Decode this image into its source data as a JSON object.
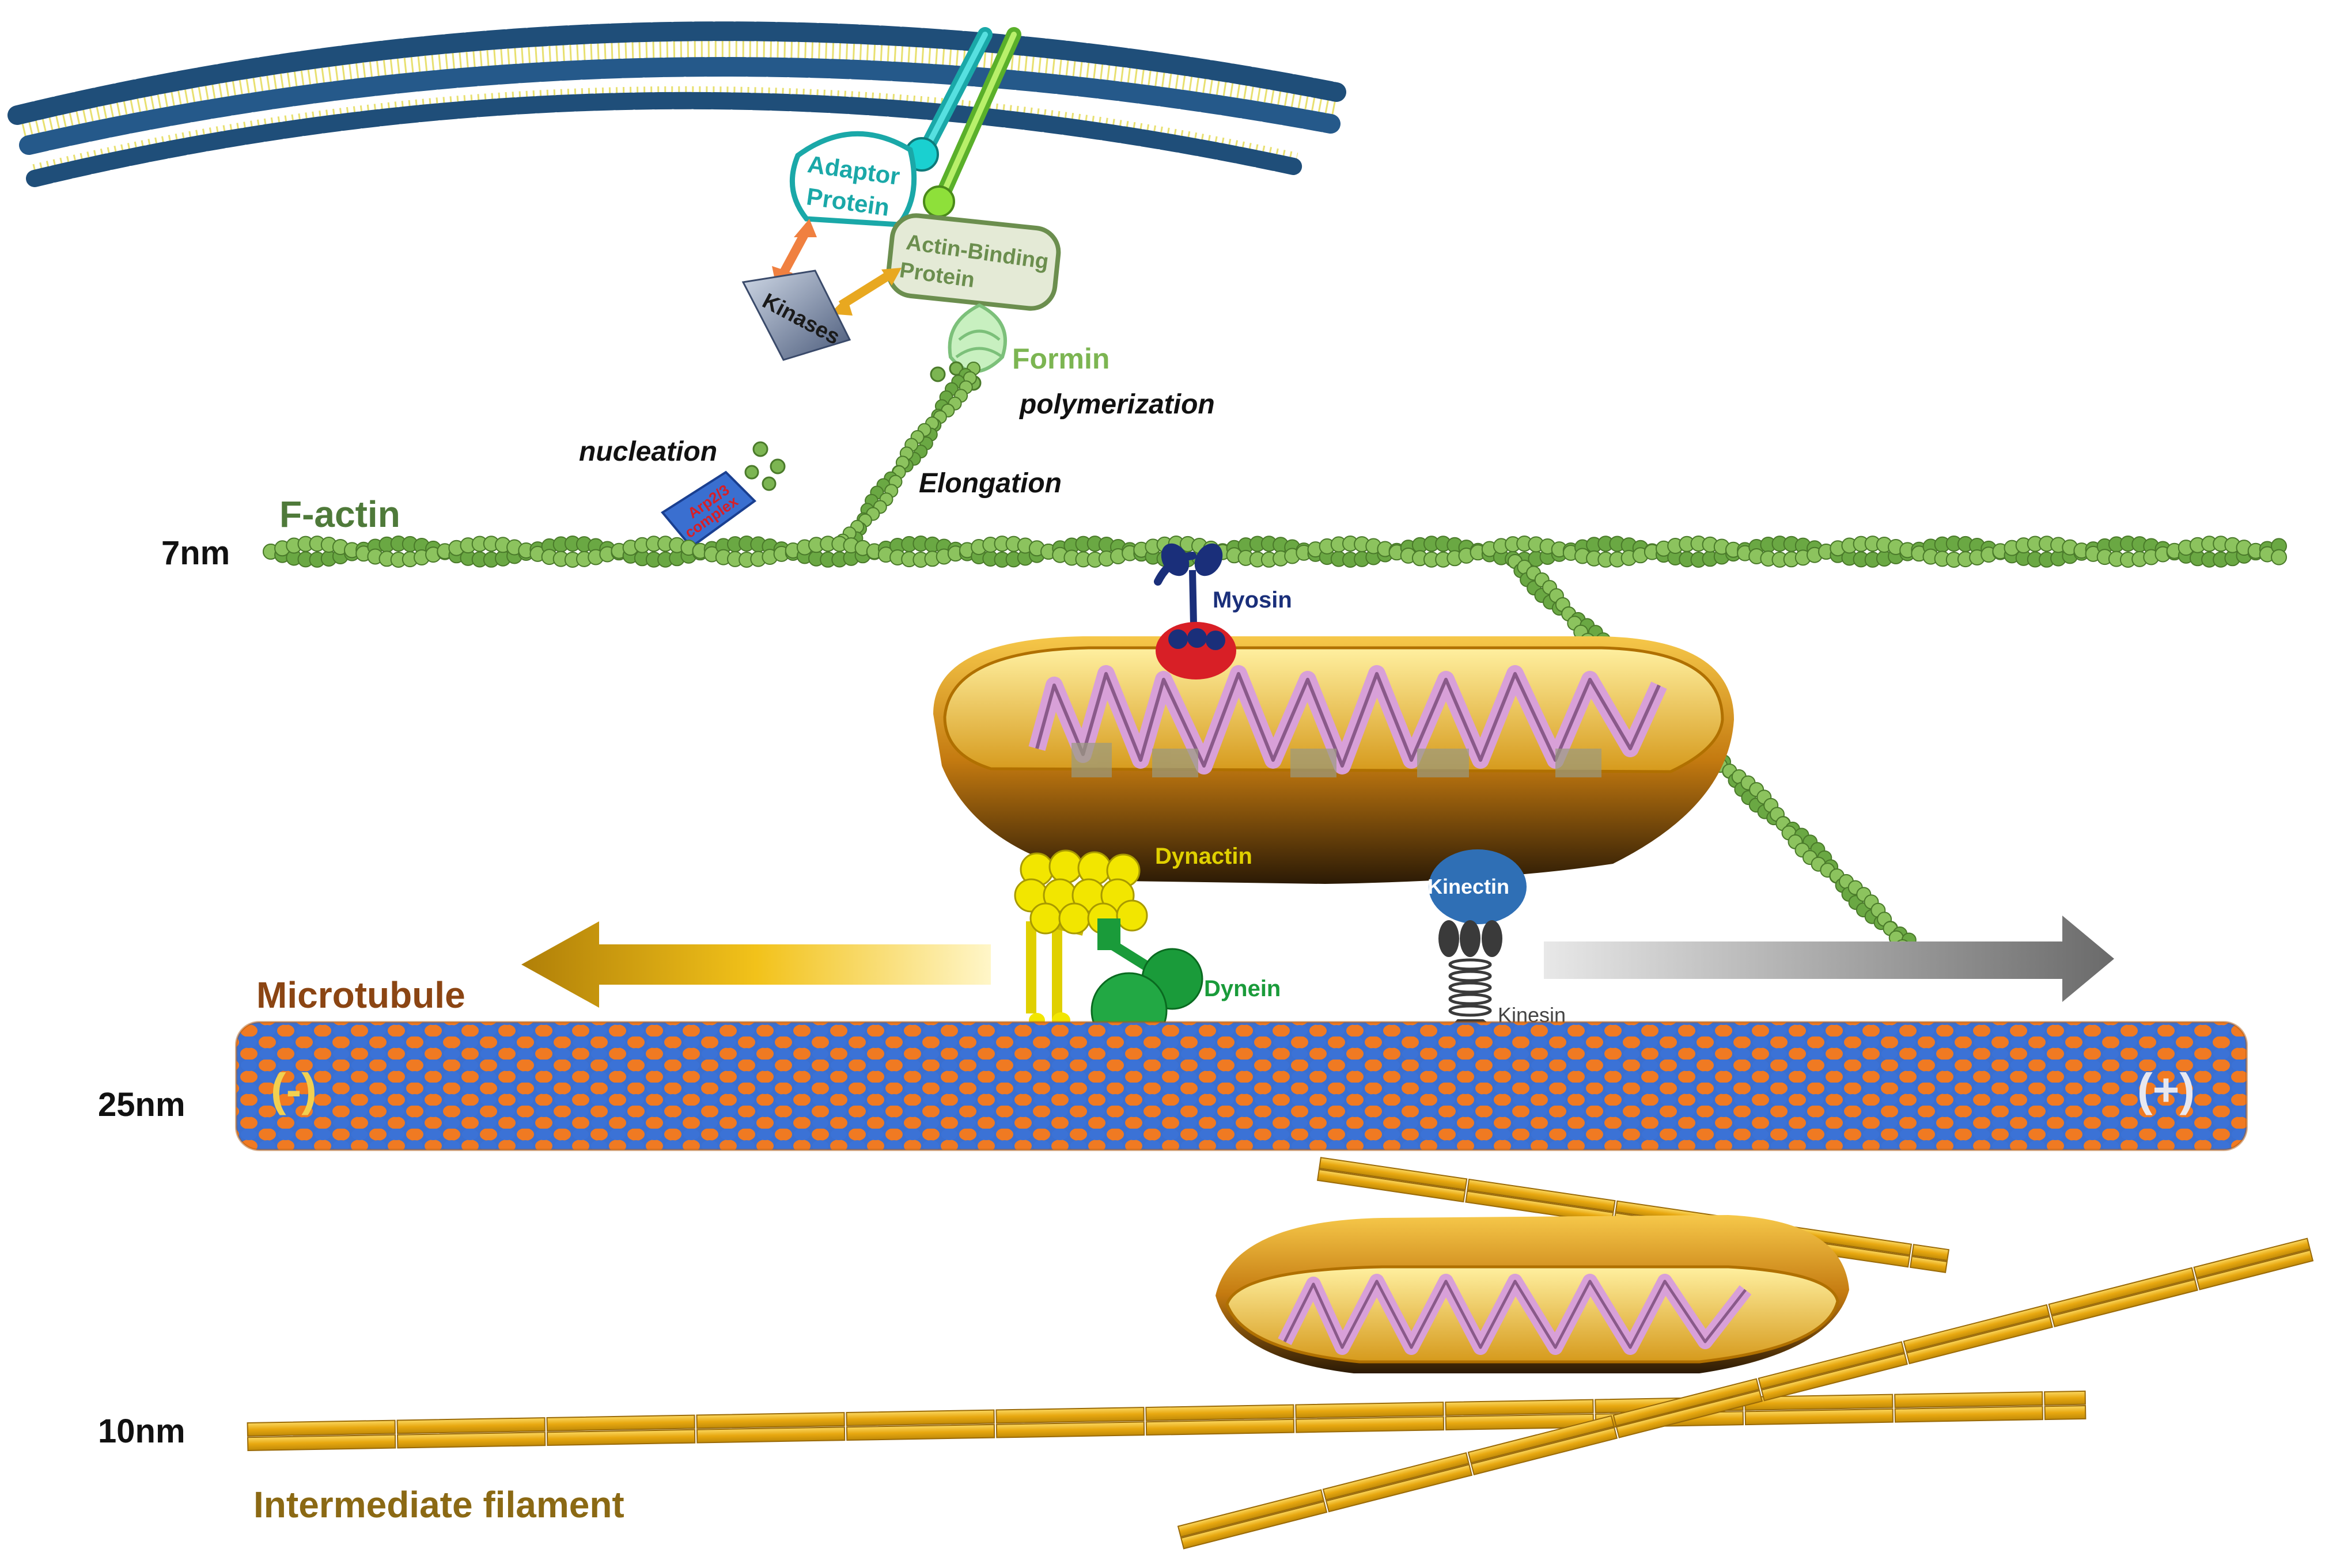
{
  "labels": {
    "adaptor_protein_line1": "Adaptor",
    "adaptor_protein_line2": "Protein",
    "actin_binding_line1": "Actin-Binding",
    "actin_binding_line2": "Protein",
    "kinases": "Kinases",
    "formin": "Formin",
    "polymerization": "polymerization",
    "nucleation": "nucleation",
    "elongation": "Elongation",
    "f_actin": "F-actin",
    "arp23_line1": "Arp2/3",
    "arp23_line2": "complex",
    "myosin": "Myosin",
    "dynactin": "Dynactin",
    "kinectin": "Kinectin",
    "dynein": "Dynein",
    "kinesin": "Kinesin",
    "microtubule": "Microtubule",
    "minus_end": "(-)",
    "plus_end": "(+)",
    "intermediate_filament": "Intermediate filament"
  },
  "scale_labels": {
    "actin_size": "7nm",
    "microtubule_size": "25nm",
    "if_size": "10nm"
  },
  "colors": {
    "membrane_blue": "#1f4e79",
    "membrane_tail": "#e8e070",
    "adaptor": "#1aa8a8",
    "actin_binding": "#6b8e4e",
    "actin_green": "#7cb552",
    "myosin_red": "#d81f26",
    "myosin_blue": "#1a2f7a",
    "dynactin_yellow": "#f2e600",
    "dynein_green": "#1a9b3a",
    "kinectin_blue": "#2f6fb5",
    "tubulin_orange": "#f07a22",
    "tubulin_blue": "#3a6fd0",
    "if_gold": "#e8b21f",
    "microtubule_label": "#8b4513",
    "if_label": "#8b6914"
  }
}
